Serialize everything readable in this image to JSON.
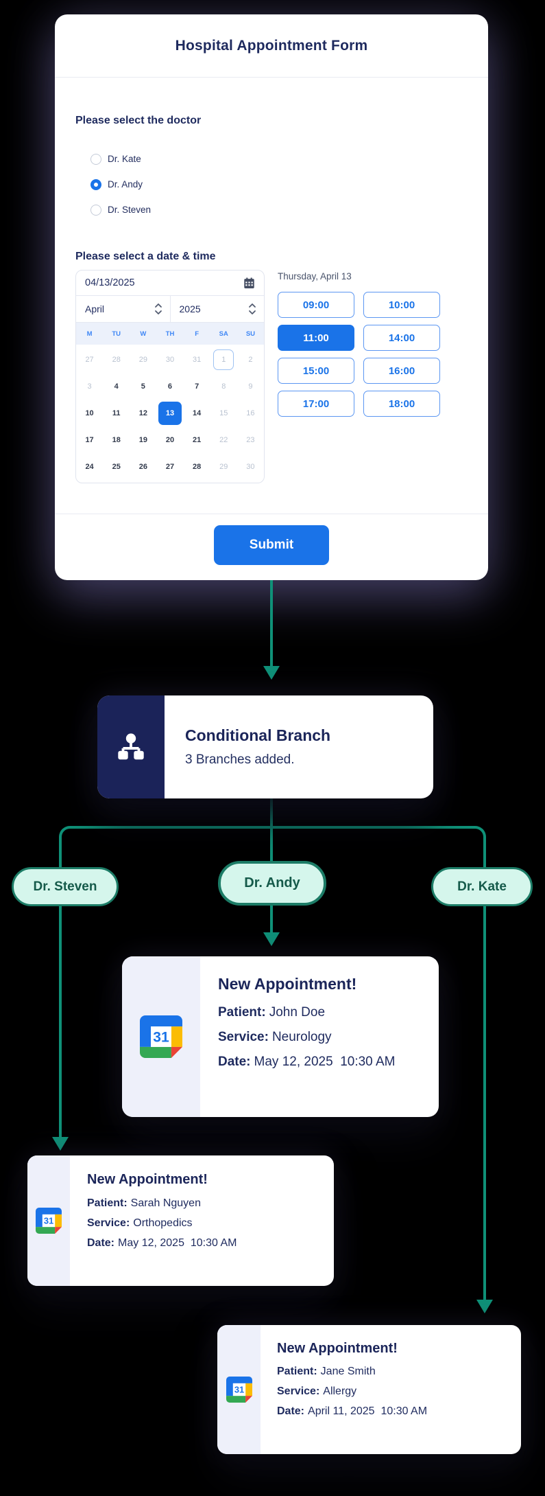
{
  "form": {
    "title": "Hospital Appointment Form",
    "doctor_section_label": "Please select the doctor",
    "doctors": [
      {
        "label": "Dr. Kate",
        "selected": false
      },
      {
        "label": "Dr. Andy",
        "selected": true
      },
      {
        "label": "Dr. Steven",
        "selected": false
      }
    ],
    "datetime_section_label": "Please select a date & time",
    "date_value": "04/13/2025",
    "month": "April",
    "year": "2025",
    "weekdays": [
      "M",
      "TU",
      "W",
      "TH",
      "F",
      "SA",
      "SU"
    ],
    "calendar_days": [
      {
        "day": "27",
        "state": "muted"
      },
      {
        "day": "28",
        "state": "muted"
      },
      {
        "day": "29",
        "state": "muted"
      },
      {
        "day": "30",
        "state": "muted"
      },
      {
        "day": "31",
        "state": "muted"
      },
      {
        "day": "1",
        "state": "muted outlined"
      },
      {
        "day": "2",
        "state": "muted"
      },
      {
        "day": "3",
        "state": "muted"
      },
      {
        "day": "4",
        "state": "active"
      },
      {
        "day": "5",
        "state": "active"
      },
      {
        "day": "6",
        "state": "active"
      },
      {
        "day": "7",
        "state": "active"
      },
      {
        "day": "8",
        "state": "muted"
      },
      {
        "day": "9",
        "state": "muted"
      },
      {
        "day": "10",
        "state": "active"
      },
      {
        "day": "11",
        "state": "active"
      },
      {
        "day": "12",
        "state": "active"
      },
      {
        "day": "13",
        "state": "selected"
      },
      {
        "day": "14",
        "state": "active"
      },
      {
        "day": "15",
        "state": "muted"
      },
      {
        "day": "16",
        "state": "muted"
      },
      {
        "day": "17",
        "state": "active"
      },
      {
        "day": "18",
        "state": "active"
      },
      {
        "day": "19",
        "state": "active"
      },
      {
        "day": "20",
        "state": "active"
      },
      {
        "day": "21",
        "state": "active"
      },
      {
        "day": "22",
        "state": "muted"
      },
      {
        "day": "23",
        "state": "muted"
      },
      {
        "day": "24",
        "state": "active"
      },
      {
        "day": "25",
        "state": "active"
      },
      {
        "day": "26",
        "state": "active"
      },
      {
        "day": "27",
        "state": "active"
      },
      {
        "day": "28",
        "state": "active"
      },
      {
        "day": "29",
        "state": "muted"
      },
      {
        "day": "30",
        "state": "muted"
      }
    ],
    "selected_day_heading": "Thursday, April 13",
    "time_slots": [
      {
        "label": "09:00",
        "selected": false
      },
      {
        "label": "10:00",
        "selected": false
      },
      {
        "label": "11:00",
        "selected": true
      },
      {
        "label": "14:00",
        "selected": false
      },
      {
        "label": "15:00",
        "selected": false
      },
      {
        "label": "16:00",
        "selected": false
      },
      {
        "label": "17:00",
        "selected": false
      },
      {
        "label": "18:00",
        "selected": false
      }
    ],
    "submit_label": "Submit"
  },
  "branch": {
    "title": "Conditional Branch",
    "subtitle": "3 Branches added.",
    "pills": [
      "Dr. Steven",
      "Dr. Andy",
      "Dr. Kate"
    ]
  },
  "appointments": [
    {
      "title": "New Appointment!",
      "patient_label": "Patient:",
      "patient": "John Doe",
      "service_label": "Service:",
      "service": "Neurology",
      "date_label": "Date:",
      "date": "May 12, 2025  10:30 AM"
    },
    {
      "title": "New Appointment!",
      "patient_label": "Patient:",
      "patient": "Sarah Nguyen",
      "service_label": "Service:",
      "service": "Orthopedics",
      "date_label": "Date:",
      "date": "May 12, 2025  10:30 AM"
    },
    {
      "title": "New Appointment!",
      "patient_label": "Patient:",
      "patient": "Jane Smith",
      "service_label": "Service:",
      "service": "Allergy",
      "date_label": "Date:",
      "date": "April 11, 2025  10:30 AM"
    }
  ],
  "colors": {
    "accent_blue": "#1a73e8",
    "navy_text": "#1e2a5e",
    "branch_icon_bg": "#1b2359",
    "connector_teal": "#0f9178",
    "pill_bg": "#d5f6ec",
    "pill_border": "#1c7c66",
    "weekday_blue": "#3f87f5",
    "card_strip_lavender": "#eef0fa"
  }
}
